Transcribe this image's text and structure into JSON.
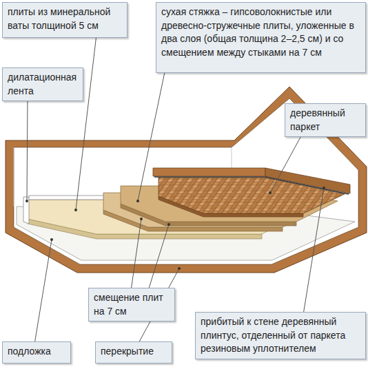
{
  "diagram": {
    "nodes": [
      {
        "text": [
          "плиты из минеральной ваты толщиной 5 см"
        ]
      },
      {
        "text": [
          "сухая стяжка – гипсоволокнистые или древесно-стружечные плиты, уложенные в два слоя (общая толщина 2–2,5 см) и со смещением между стыками на 7 см"
        ]
      },
      {
        "text": [
          "дилатационная лента"
        ]
      },
      {
        "text": [
          "деревянный паркет"
        ]
      },
      {
        "text": [
          "смещение плит на 7 см"
        ]
      },
      {
        "text": [
          "прибитый к стене деревянный плинтус, отделенный от паркета резиновым уплотнителем"
        ]
      },
      {
        "text": [
          "подложка"
        ]
      },
      {
        "text": [
          "перекрытие"
        ]
      }
    ]
  }
}
